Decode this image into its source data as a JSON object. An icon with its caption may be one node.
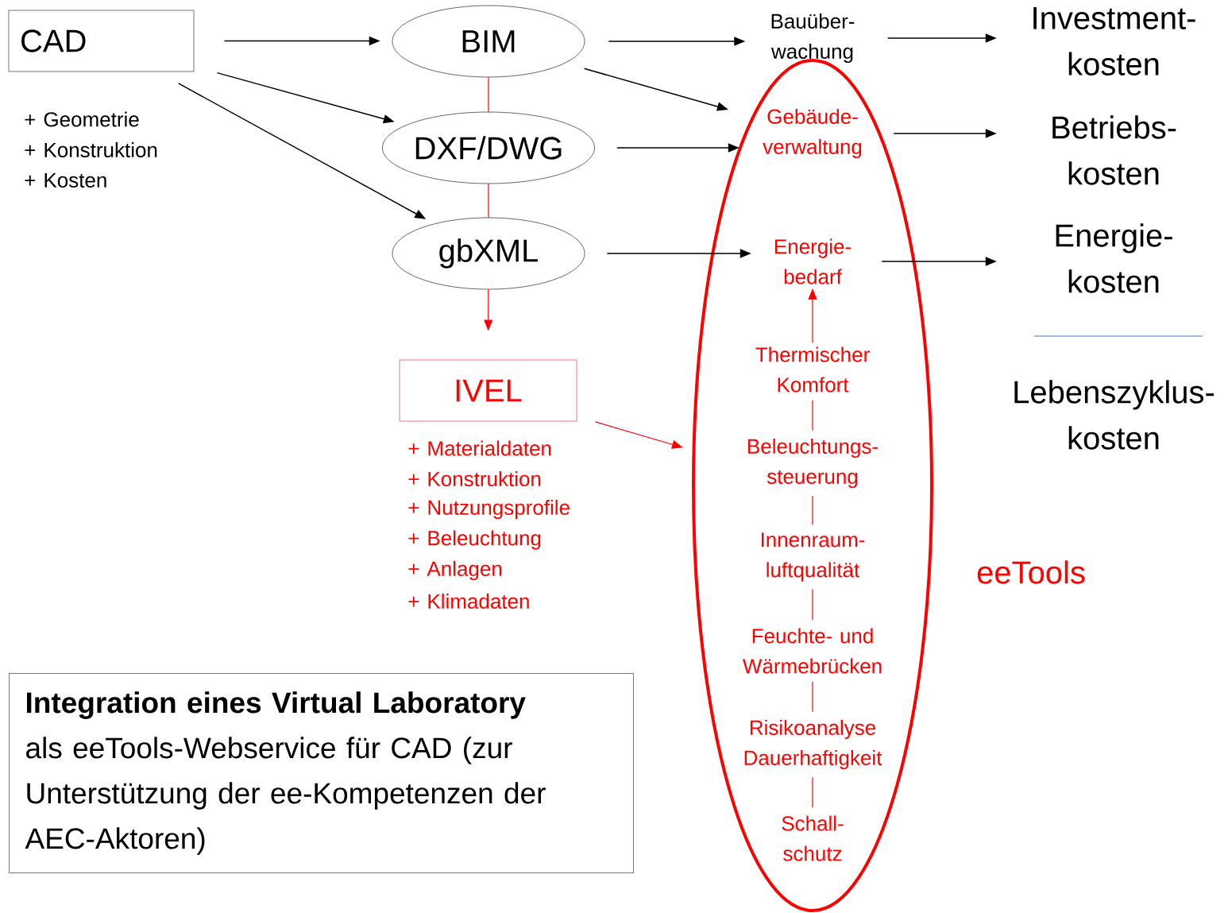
{
  "diagram": {
    "nodes": [
      {
        "text": [
          "CAD"
        ],
        "beside": [
          "+ Geometrie",
          "+ Konstruktion",
          "+ Kosten"
        ]
      },
      {
        "text": [
          "BIM"
        ]
      },
      {
        "text": [
          "DXF/DWG"
        ]
      },
      {
        "text": [
          "gbXML"
        ]
      },
      {
        "text": [
          "IVEL"
        ],
        "beside": [
          "+ Materialdaten",
          "+ Konstruktion",
          "+ Nutzungsprofile",
          "+ Beleuchtung",
          "+ Anlagen",
          "+ Klimadaten"
        ]
      },
      {
        "text": [
          "Bauüber- wachung"
        ]
      },
      {
        "text": [],
        "shape": "ellipse"
      },
      {
        "text": [
          "Gebäude- verwaltung"
        ],
        "in": 6
      },
      {
        "text": [
          "Energie- bedarf"
        ],
        "in": 6
      },
      {
        "text": [
          "Thermischer Komfort"
        ],
        "in": 6
      },
      {
        "text": [
          "Beleuchtungs- steuerung"
        ],
        "in": 6
      },
      {
        "text": [
          "Innenraum- luftqualität"
        ],
        "in": 6
      },
      {
        "text": [
          "Feuchte- und Wärmebrücken"
        ],
        "in": 6
      },
      {
        "text": [
          "Risikoanalyse Dauerhaftigkeit"
        ],
        "in": 6
      },
      {
        "text": [
          "Schall- schutz"
        ],
        "in": 6
      },
      {
        "text": [
          "Investment- kosten"
        ]
      },
      {
        "text": [
          "Betriebs- kosten"
        ]
      },
      {
        "text": [
          "Energie- kosten"
        ]
      },
      {
        "text": [
          "Lebenszyklus- kosten"
        ]
      },
      {
        "text": [
          "Integration eines Virtual Laboratory",
          "als eeTools-Webservice für CAD (zur Unterstützung der ee-Kompetenzen der AEC-Aktoren)"
        ]
      }
    ],
    "edges": [
      {
        "from": 0,
        "to": 1,
        "arrow": "to"
      },
      {
        "from": 0,
        "to": 2,
        "arrow": "to"
      },
      {
        "from": 0,
        "to": 3,
        "arrow": "to"
      },
      {
        "from": 1,
        "to": 2,
        "arrow": "none",
        "color": "#ff0000"
      },
      {
        "from": 2,
        "to": 3,
        "arrow": "none",
        "color": "#ff0000"
      },
      {
        "from": 3,
        "to": 4,
        "arrow": "to",
        "color": "#ff0000"
      },
      {
        "from": 1,
        "to": 5,
        "arrow": "to"
      },
      {
        "from": 1,
        "to": 7,
        "arrow": "to"
      },
      {
        "from": 2,
        "to": 7,
        "arrow": "to"
      },
      {
        "from": 3,
        "to": 8,
        "arrow": "to"
      },
      {
        "from": 4,
        "to": 6,
        "arrow": "to",
        "color": "#ff0000"
      },
      {
        "from": 5,
        "to": 15,
        "arrow": "to"
      },
      {
        "from": 7,
        "to": 16,
        "arrow": "to"
      },
      {
        "from": 8,
        "to": 17,
        "arrow": "to"
      },
      {
        "from": 9,
        "to": 8,
        "arrow": "to",
        "color": "#ff0000"
      },
      {
        "from": 9,
        "to": 10,
        "arrow": "none",
        "color": "#ff0000"
      },
      {
        "from": 10,
        "to": 11,
        "arrow": "none",
        "color": "#ff0000"
      },
      {
        "from": 11,
        "to": 12,
        "arrow": "none",
        "color": "#ff0000"
      },
      {
        "from": 12,
        "to": 13,
        "arrow": "none",
        "color": "#ff0000"
      },
      {
        "from": 13,
        "to": 14,
        "arrow": "none",
        "color": "#ff0000"
      }
    ],
    "labels": [
      "eeTools"
    ]
  }
}
